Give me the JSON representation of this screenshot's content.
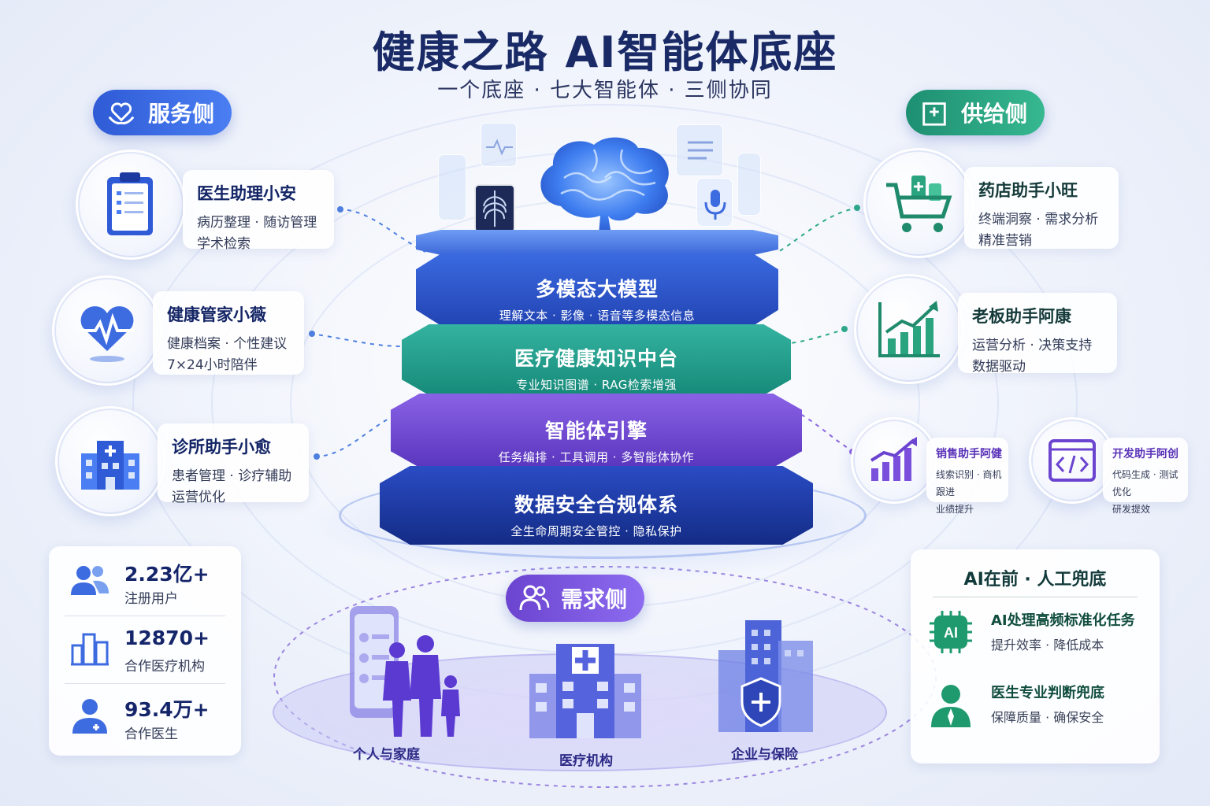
{
  "title": "健康之路  AI智能体底座",
  "subtitle": "一个底座 · 七大智能体 · 三侧协同",
  "service_side": {
    "label": "服务侧",
    "agents": [
      {
        "name": "医生助理小安",
        "line1": "病历整理 · 随访管理",
        "line2": "学术检索",
        "icon": "clipboard-icon"
      },
      {
        "name": "健康管家小薇",
        "line1": "健康档案 · 个性建议",
        "line2": "7×24小时陪伴",
        "icon": "heart-pulse-icon"
      },
      {
        "name": "诊所助手小愈",
        "line1": "患者管理 · 诊疗辅助",
        "line2": "运营优化",
        "icon": "clinic-icon"
      }
    ]
  },
  "supply_side": {
    "label": "供给侧",
    "agents": [
      {
        "name": "药店助手小旺",
        "line1": "终端洞察 · 需求分析",
        "line2": "精准营销",
        "icon": "pharmacy-cart-icon"
      },
      {
        "name": "老板助手阿康",
        "line1": "运营分析 · 决策支持",
        "line2": "数据驱动",
        "icon": "growth-chart-icon"
      },
      {
        "name": "销售助手阿健",
        "line1": "线索识别 · 商机跟进",
        "line2": "业绩提升",
        "icon": "sales-chart-icon"
      },
      {
        "name": "开发助手阿创",
        "line1": "代码生成 · 测试优化",
        "line2": "研发提效",
        "icon": "code-window-icon"
      }
    ]
  },
  "tower": {
    "layers": [
      {
        "title": "多模态大模型",
        "subtitle": "理解文本 · 影像 · 语音等多模态信息",
        "color": "#2a54c8"
      },
      {
        "title": "医疗健康知识中台",
        "subtitle": "专业知识图谱 · RAG检索增强",
        "color": "#1e9e8e"
      },
      {
        "title": "智能体引擎",
        "subtitle": "任务编排 · 工具调用 · 多智能体协作",
        "color": "#6a45c9"
      },
      {
        "title": "数据安全合规体系",
        "subtitle": "全生命周期安全管控 · 隐私保护",
        "color": "#1c3aa0"
      }
    ]
  },
  "demand_side": {
    "label": "需求侧",
    "groups": [
      "个人与家庭",
      "医疗机构",
      "企业与保险"
    ]
  },
  "stats": [
    {
      "value": "2.23亿+",
      "label": "注册用户",
      "icon": "users-icon"
    },
    {
      "value": "12870+",
      "label": "合作医疗机构",
      "icon": "buildings-icon"
    },
    {
      "value": "93.4万+",
      "label": "合作医生",
      "icon": "doctor-icon"
    }
  ],
  "ai_panel": {
    "title": "AI在前 · 人工兜底",
    "rows": [
      {
        "title": "AI处理高频标准化任务",
        "desc": "提升效率 · 降低成本",
        "icon": "ai-chip-icon"
      },
      {
        "title": "医生专业判断兜底",
        "desc": "保障质量 · 确保安全",
        "icon": "doctor-person-icon"
      }
    ]
  },
  "colors": {
    "blue": "#2f5bd6",
    "green": "#1f9a7a",
    "purple": "#6b44cf",
    "navy": "#1a2a66"
  }
}
